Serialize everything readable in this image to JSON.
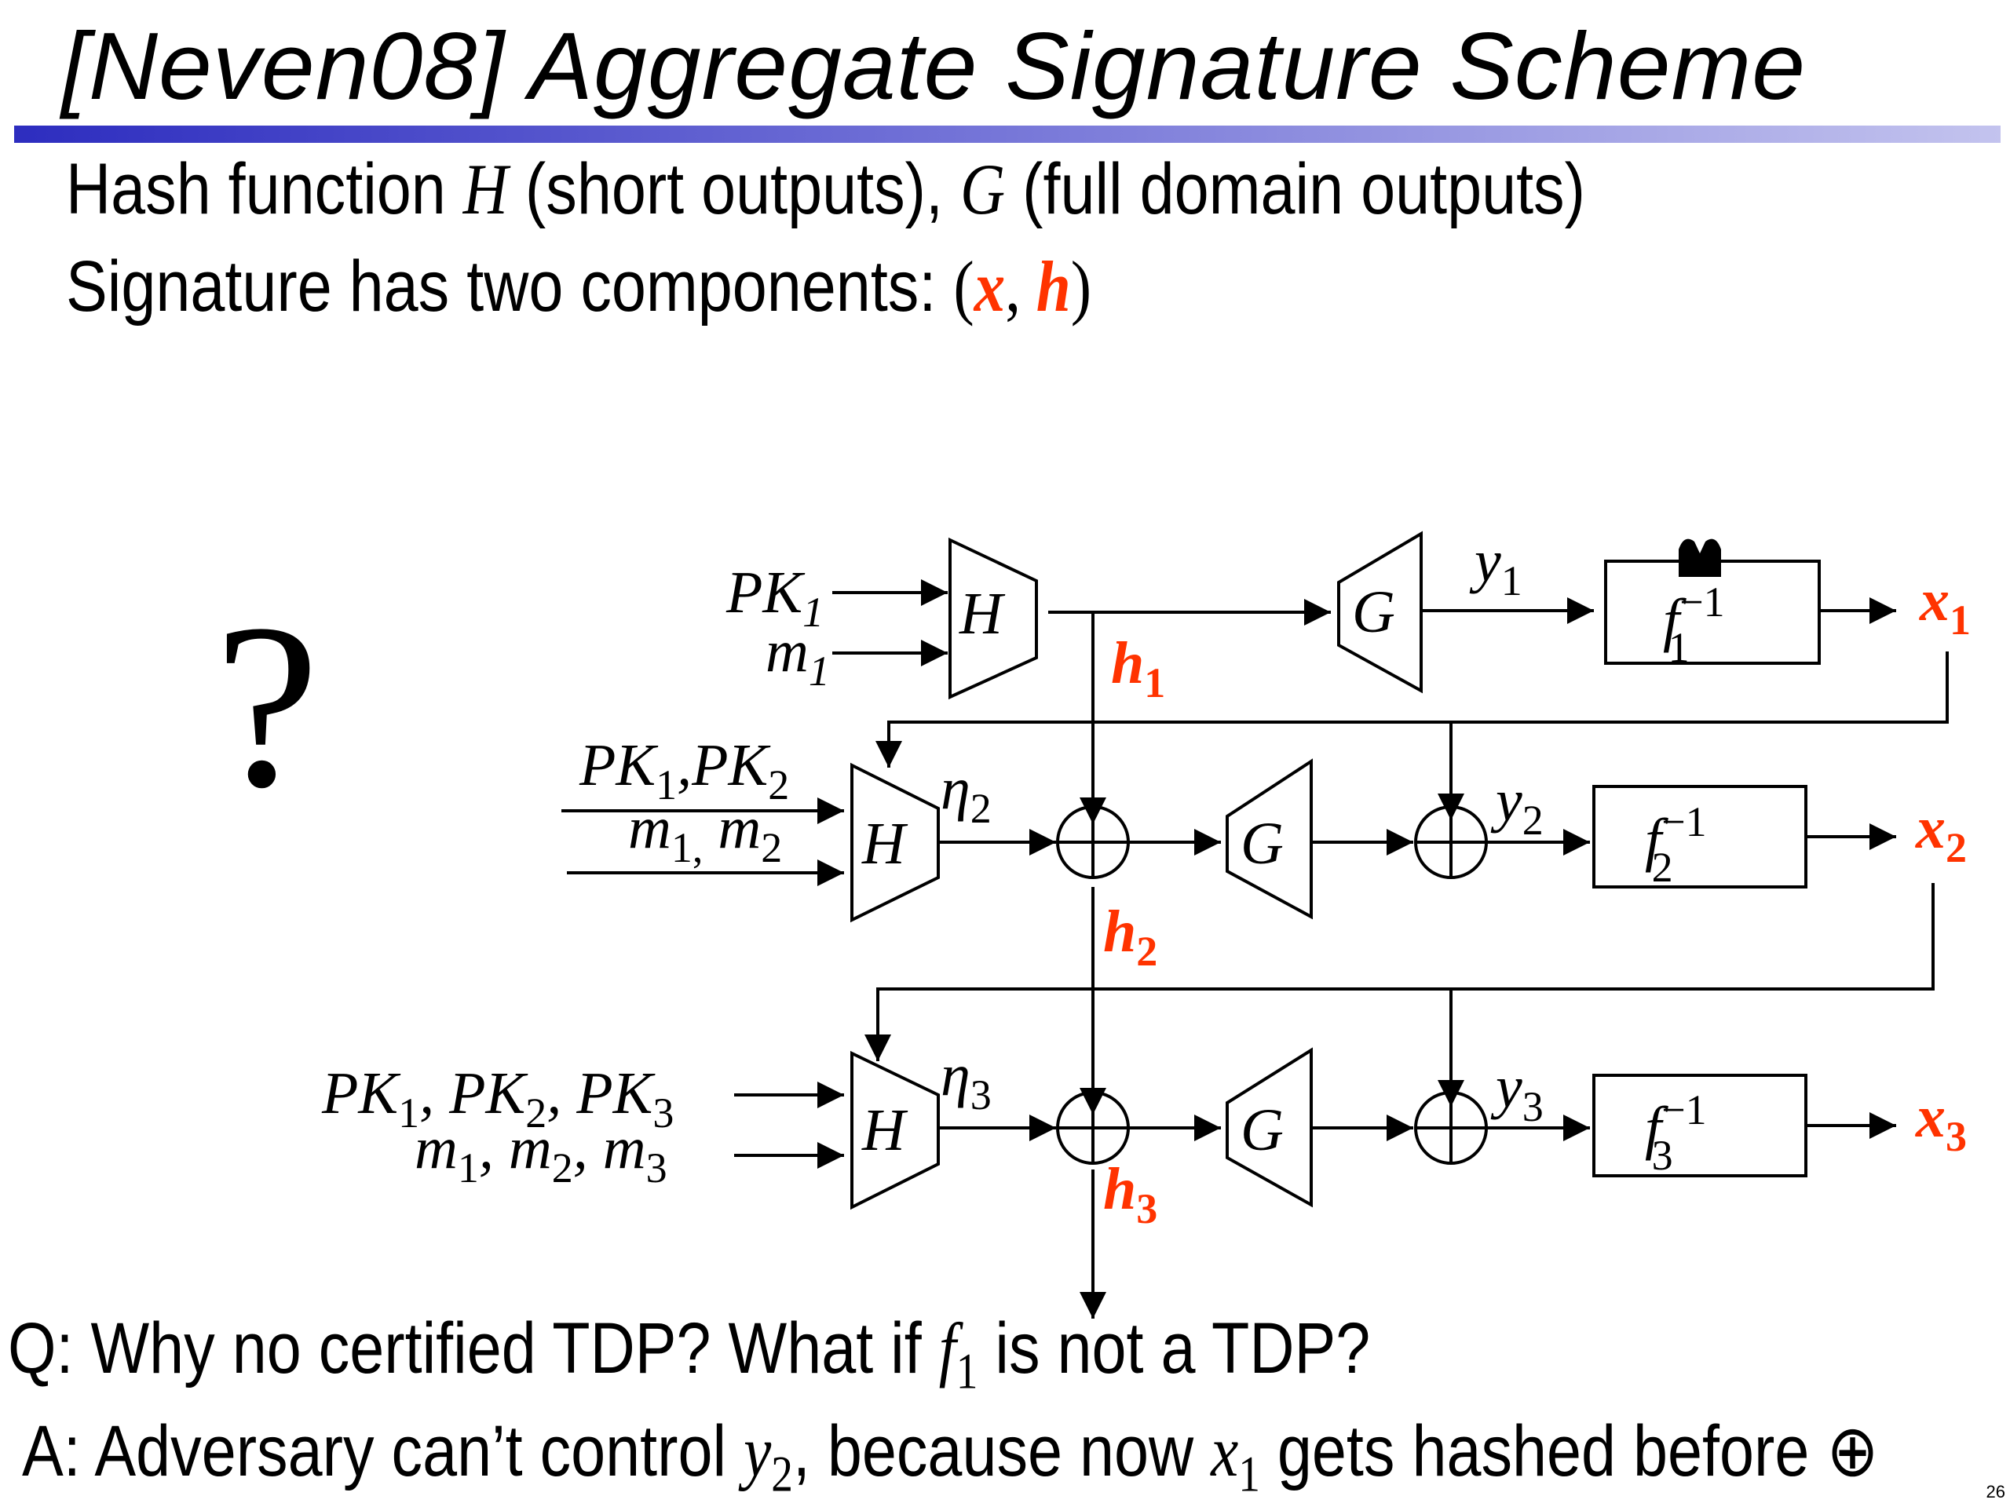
{
  "slide": {
    "title": "[Neven08] Aggregate Signature Scheme",
    "line1": {
      "prefix": "Hash function ",
      "H": "H",
      "mid": " (short outputs), ",
      "G": "G",
      "suffix": " (full domain outputs)"
    },
    "line2": {
      "prefix": "Signature has two components: ",
      "open": "(",
      "x": "x",
      "comma": ", ",
      "h": "h",
      "close": ")"
    },
    "question_mark": "?",
    "q": {
      "prefix": "Q: Why no certified TDP? What if ",
      "f": "f",
      "sub": "1",
      "suffix": " is not a TDP?"
    },
    "a": {
      "prefix": "A: Adversary can’t control ",
      "y": "y",
      "ysub": "2",
      "mid": ", because now ",
      "x": "x",
      "xsub": "1",
      "suffix": " gets hashed before ",
      "op": "⊕"
    },
    "page_number": "26"
  },
  "diagram": {
    "accent_color": "#ff3300",
    "rows": [
      {
        "inputs": [
          "PK1",
          "m1"
        ],
        "hash": "H",
        "g": "G",
        "y": "y1",
        "f": "f1^-1",
        "x": "x1",
        "h": "h1",
        "lock_icon": "padlock-icon"
      },
      {
        "inputs": [
          "PK1,PK2",
          "m1, m2"
        ],
        "hash": "H",
        "eta": "η2",
        "xor": "⊕",
        "g": "G",
        "y": "y2",
        "f": "f2^-1",
        "x": "x2",
        "h": "h2"
      },
      {
        "inputs": [
          "PK1, PK2, PK3",
          "m1, m2, m3"
        ],
        "hash": "H",
        "eta": "η3",
        "xor": "⊕",
        "g": "G",
        "y": "y3",
        "f": "f3^-1",
        "x": "x3",
        "h": "h3"
      }
    ]
  }
}
